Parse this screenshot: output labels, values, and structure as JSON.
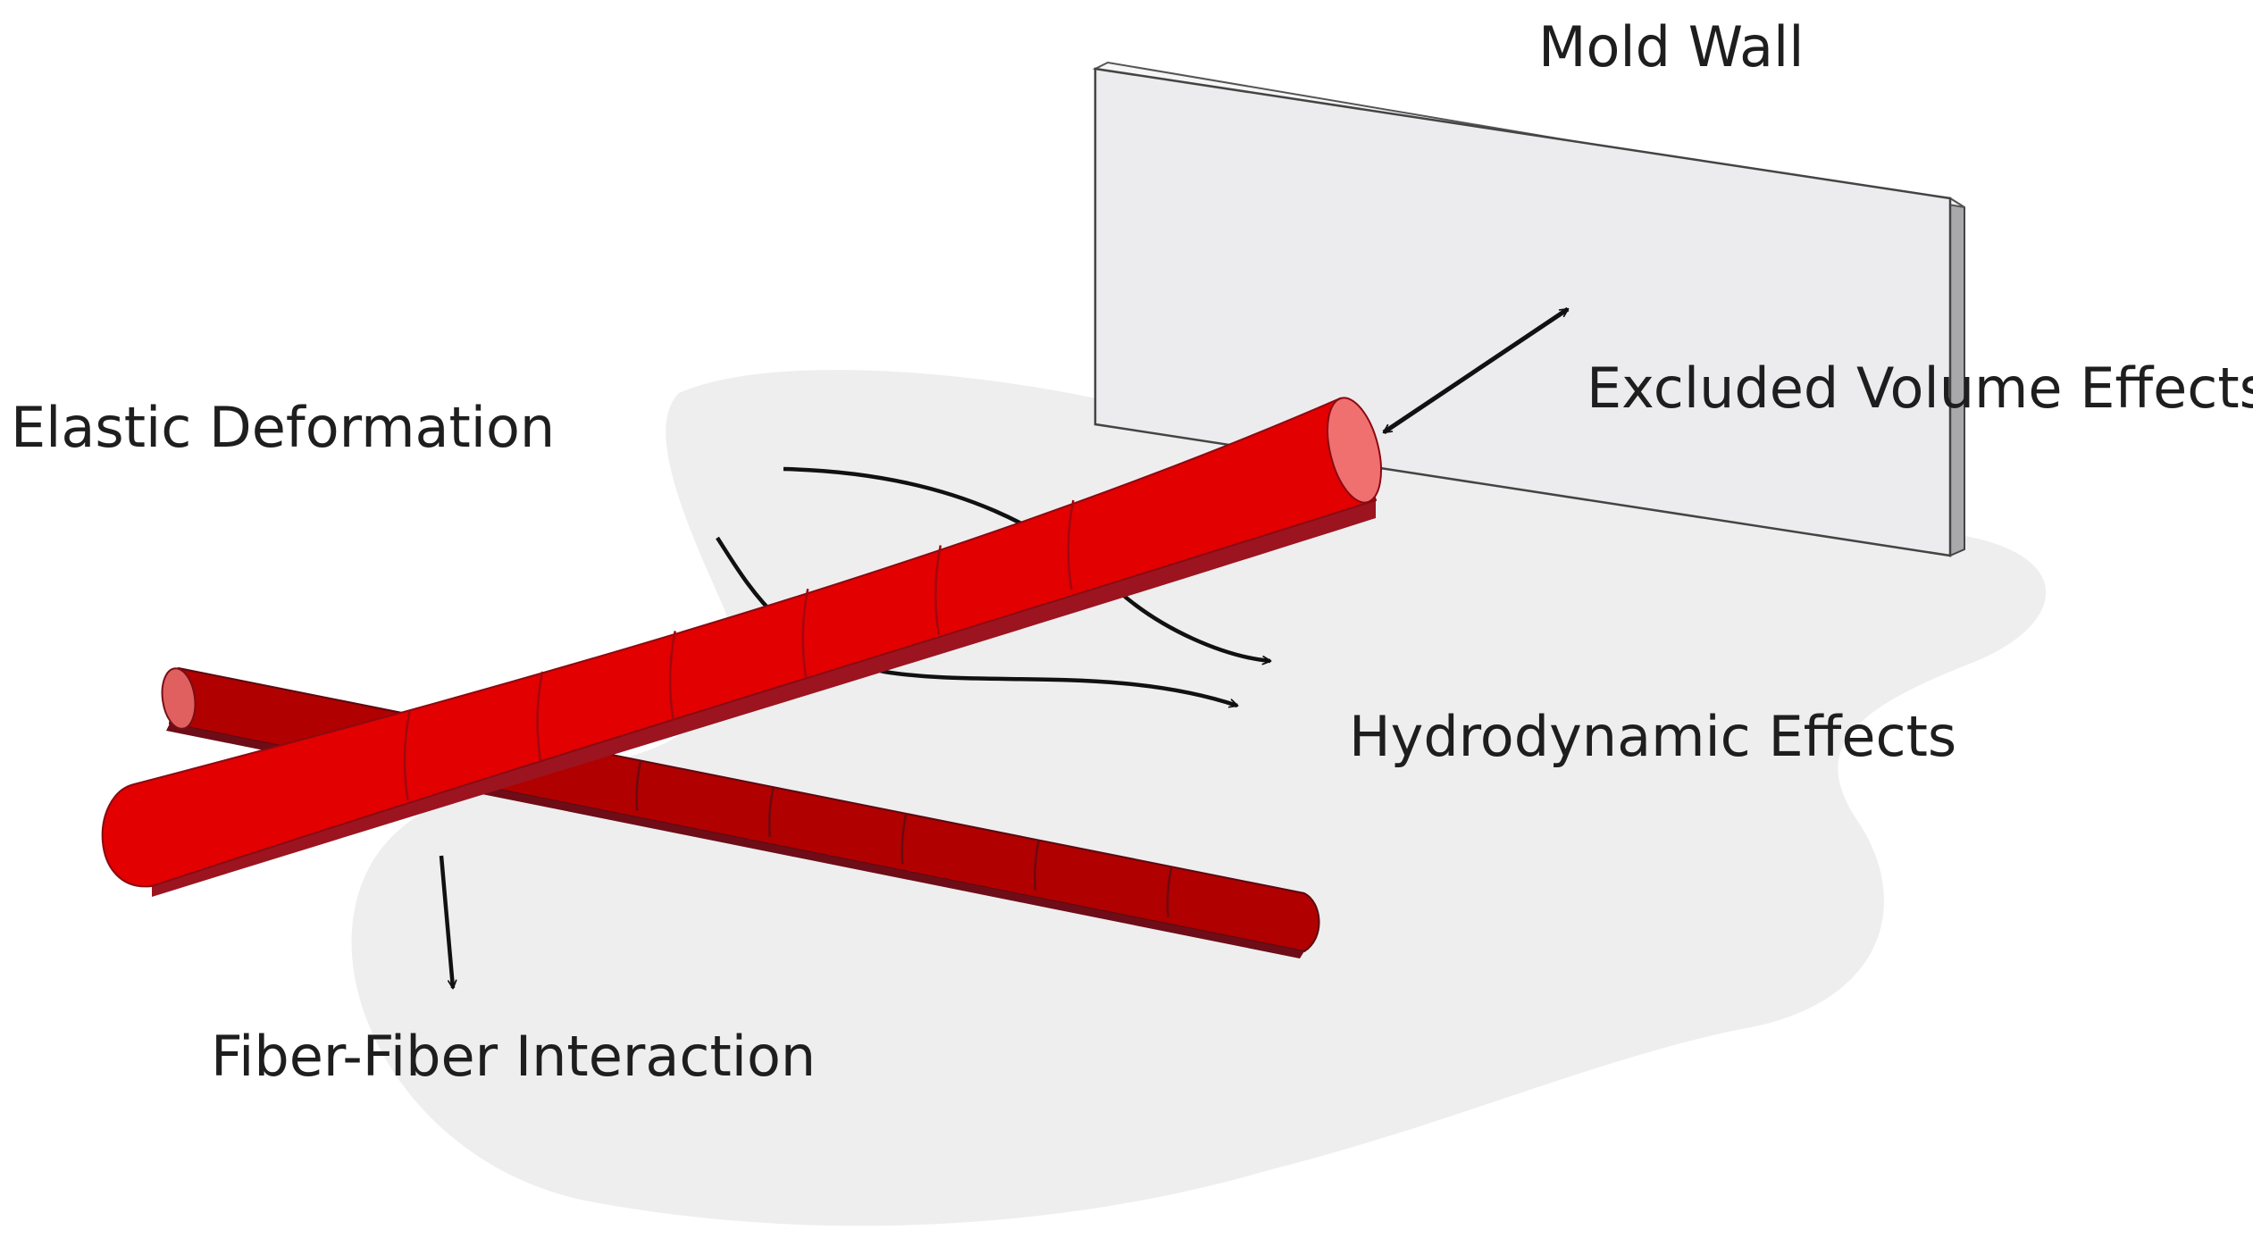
{
  "labels": {
    "mold_wall": "Mold Wall",
    "excluded_volume": "Excluded Volume Effects",
    "elastic_deformation": "Elastic Deformation",
    "hydrodynamic": "Hydrodynamic Effects",
    "fiber_interaction": "Fiber-Fiber Interaction"
  },
  "colors": {
    "fluid_region": "#efeeef",
    "wall_face": "#ececee",
    "wall_side": "#a9a9ab",
    "fiber_front": "#e20000",
    "fiber_front_shadow": "#9c1420",
    "fiber_front_cap": "#f07070",
    "fiber_back": "#b00000",
    "fiber_back_shadow": "#6e0d18",
    "fiber_back_cap": "#e06060",
    "arrow": "#111111"
  },
  "fiber_segments": {
    "front": 6,
    "back": 6
  }
}
